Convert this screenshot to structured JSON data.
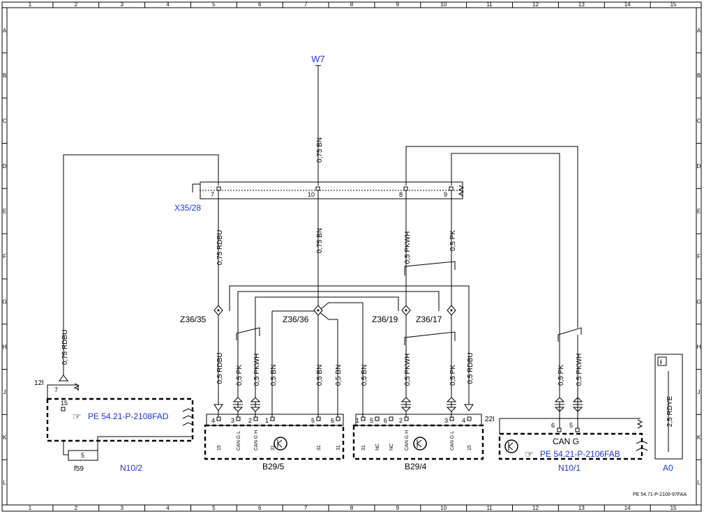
{
  "frame": {
    "columns": [
      "1",
      "2",
      "3",
      "4",
      "5",
      "6",
      "7",
      "8",
      "9",
      "10",
      "11",
      "12",
      "13",
      "14",
      "15"
    ],
    "rows": [
      "A",
      "B",
      "C",
      "D",
      "E",
      "F",
      "G",
      "H",
      "J",
      "K",
      "L"
    ],
    "footer_code": "PE 54.71-P-2100-97FAA"
  },
  "components": {
    "w7": "W7",
    "x35_28": "X35/28",
    "z36_35": "Z36/35",
    "z36_36": "Z36/36",
    "z36_19": "Z36/19",
    "z36_17": "Z36/17",
    "b29_5": "B29/5",
    "b29_4": "B29/4",
    "n10_2": "N10/2",
    "n10_1": "N10/1",
    "f59": "f59",
    "a0": "A0",
    "can_g": "CAN G",
    "ref_n10_2": "PE 54.21-P-2108FAD",
    "ref_n10_1": "PE 54.21-P-2106FAB"
  },
  "wires": {
    "bn075": "0,75 BN",
    "rdbu075": "0,75 RDBU",
    "pkwh05": "0,5 PKWH",
    "pk05": "0,5 PK",
    "rdbu05": "0,5 RDBU",
    "bn05": "0,5 BN",
    "rdye25": "2,5 RDYE"
  },
  "pins": {
    "x35_7": "7",
    "x35_10": "10",
    "x35_8": "8",
    "x35_9": "9",
    "n10_2_conn": "12l",
    "n10_2_p7": "7",
    "n10_2_p15": "15",
    "f59_5": "5",
    "b29_5_pins": [
      "4",
      "3",
      "2",
      "1",
      "5",
      "6"
    ],
    "b29_5_funcs": [
      "15",
      "CAN G L",
      "CAN G H",
      "31",
      "31",
      "31"
    ],
    "b29_4_pins": [
      "1",
      "5",
      "6",
      "2",
      "3",
      "4"
    ],
    "b29_4_funcs": [
      "31",
      "NC",
      "NC",
      "CAN G H",
      "CAN G L",
      "15"
    ],
    "n10_1_conn": "22l",
    "n10_1_p6": "6",
    "n10_1_p5": "5",
    "a0_icon": "i"
  }
}
